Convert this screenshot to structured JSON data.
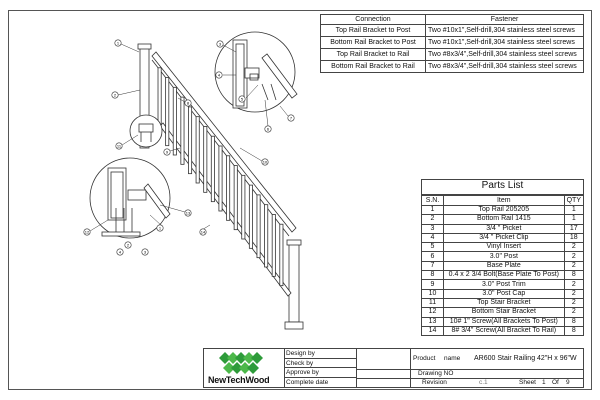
{
  "connections": {
    "headers": [
      "Connection",
      "Fastener"
    ],
    "rows": [
      [
        "Top Rail Bracket to Post",
        "Two #10x1\",Self-drill,304  stainless steel screws"
      ],
      [
        "Bottom Rail Bracket to Post",
        "Two #10x1\",Self-drill,304 stainless steel screws"
      ],
      [
        "Top Rail Bracket to Rail",
        "Two #8x3/4\",Self-drill,304 stainless steel screws"
      ],
      [
        "Bottom Rail Bracket to Rail",
        "Two #8x3/4\",Self-drill,304 stainless steel screws"
      ]
    ]
  },
  "parts_list": {
    "title": "Parts List",
    "headers": [
      "S.N.",
      "Item",
      "QTY"
    ],
    "rows": [
      [
        "1",
        "Top Rail 205205",
        "1"
      ],
      [
        "2",
        "Bottom Rail 1415",
        "1"
      ],
      [
        "3",
        "3/4 \" Picket",
        "17"
      ],
      [
        "4",
        "3/4 \" Picket Clip",
        "18"
      ],
      [
        "5",
        "Vinyl Insert",
        "2"
      ],
      [
        "6",
        "3.0\" Post",
        "2"
      ],
      [
        "7",
        "Base Plate",
        "2"
      ],
      [
        "8",
        "0.4 x 2 3/4 Bolt(Base Plate To Post)",
        "8"
      ],
      [
        "9",
        "3.0\" Post Trim",
        "2"
      ],
      [
        "10",
        "3.0\" Post Cap",
        "2"
      ],
      [
        "11",
        "Top Stair Bracket",
        "2"
      ],
      [
        "12",
        "Bottom Stair Bracket",
        "2"
      ],
      [
        "13",
        "10# 1\" Screw(All Brackets To Post)",
        "8"
      ],
      [
        "14",
        "8# 3/4\" Screw(All Bracket To Rail)",
        "8"
      ]
    ]
  },
  "title_block": {
    "brand": "NewTechWood",
    "labels": [
      "Design by",
      "Check by",
      "Approve by",
      "Complete date"
    ],
    "product_label": "Product",
    "name_label": "name",
    "product_name": "AR600 Stair Railing 42\"H x 96\"W",
    "drawing_no_label": "Drawing NO",
    "revision_label": "Revision",
    "revision_value": "c.1",
    "sheet_label": "Sheet",
    "sheet_number": "1",
    "of_label": "Of",
    "sheet_total": "9"
  },
  "callouts": [
    "1",
    "2",
    "3",
    "4",
    "5",
    "6",
    "7",
    "8",
    "9",
    "10",
    "11",
    "12",
    "13",
    "14"
  ],
  "colors": {
    "logo_green": "#2e9b3a",
    "line": "#333333"
  }
}
